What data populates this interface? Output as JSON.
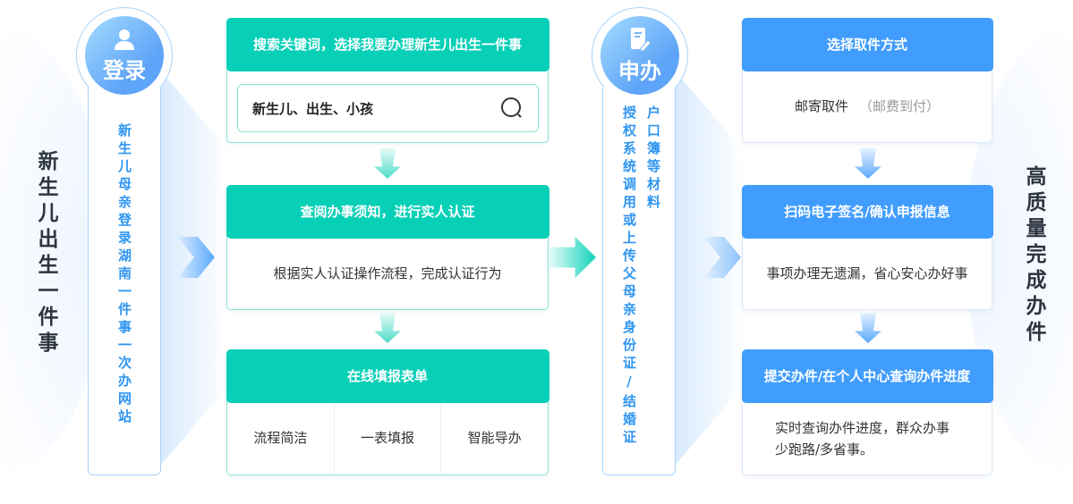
{
  "left_title": "新生儿出生一件事",
  "right_title": "高质量完成办件",
  "login": {
    "label": "登录",
    "icon": "user-icon",
    "desc": "新生儿母亲登录湖南一件事一次办网站"
  },
  "apply": {
    "label": "申办",
    "icon": "document-edit-icon",
    "desc_left": "授权系统调用或上传父母亲身份证/结婚证",
    "desc_right": "户口簿等材料"
  },
  "middle": {
    "step1": {
      "title": "搜索关键词，选择我要办理新生儿出生一件事",
      "search_value": "新生儿、出生、小孩"
    },
    "step2": {
      "title": "查阅办事须知，进行实人认证",
      "body": "根据实人认证操作流程，完成认证行为"
    },
    "step3": {
      "title": "在线填报表单",
      "cells": [
        "流程简洁",
        "一表填报",
        "智能导办"
      ]
    }
  },
  "right": {
    "step1": {
      "title": "选择取件方式",
      "body": "邮寄取件",
      "note": "（邮费到付）"
    },
    "step2": {
      "title": "扫码电子签名/确认申报信息",
      "body": "事项办理无遗漏，省心安心办好事"
    },
    "step3": {
      "title": "提交办件/在个人中心查询办件进度",
      "body_line1": "实时查询办件进度，群众办事",
      "body_line2": "少跑路/多省事。"
    }
  },
  "colors": {
    "teal": "#07d0b7",
    "blue": "#419dfd",
    "vtext": "#2f95f0"
  }
}
